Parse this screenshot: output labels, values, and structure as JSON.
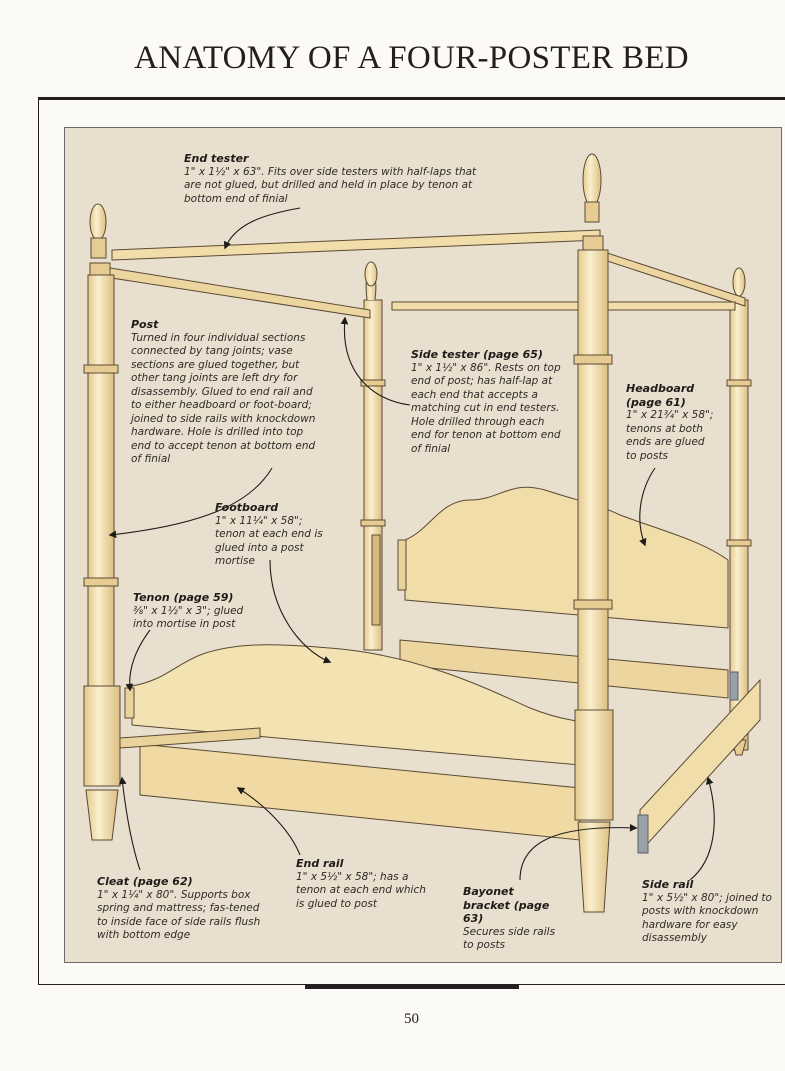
{
  "page": {
    "title": "ANATOMY OF A FOUR-POSTER BED",
    "page_number": "50"
  },
  "colors": {
    "panel": "#e9dfce",
    "wood": "#f5e6b8",
    "wood_shadow": "#e2c98c",
    "outline": "#5a4a35"
  },
  "callouts": [
    {
      "id": "end-tester",
      "title": "End tester",
      "body": "1\" x 1½\" x 63\". Fits over side testers with half-laps that are not glued, but drilled and held in place by tenon at bottom end of finial"
    },
    {
      "id": "post",
      "title": "Post",
      "body": "Turned in four individual sections connected by tang joints; vase sections are glued together, but other tang joints are left dry for disassembly. Glued to end rail and to either headboard or foot-board; joined to side rails with knockdown hardware. Hole is drilled into top end to accept tenon at bottom end of finial"
    },
    {
      "id": "side-tester",
      "title": "Side tester (page 65)",
      "body": "1\" x 1½\" x 86\". Rests on top end of post; has half-lap at each end that accepts a matching cut in end testers. Hole drilled through each end for tenon at bottom end of finial"
    },
    {
      "id": "headboard",
      "title": "Headboard (page 61)",
      "body": "1\" x 21¾\" x 58\"; tenons at both ends are glued to posts"
    },
    {
      "id": "footboard",
      "title": "Footboard",
      "body": "1\" x 11¼\" x 58\"; tenon at each end is glued into a post mortise"
    },
    {
      "id": "tenon",
      "title": "Tenon (page 59)",
      "body": "⅜\" x 1½\" x 3\"; glued into mortise in post"
    },
    {
      "id": "cleat",
      "title": "Cleat (page 62)",
      "body": "1\" x 1¼\" x 80\". Supports box spring and mattress; fas-tened to inside face of side rails flush with bottom edge"
    },
    {
      "id": "end-rail",
      "title": "End rail",
      "body": "1\" x 5½\" x 58\"; has a tenon at each end which is glued to post"
    },
    {
      "id": "bayonet-bracket",
      "title": "Bayonet bracket (page 63)",
      "body": "Secures side rails to posts"
    },
    {
      "id": "side-rail",
      "title": "Side rail",
      "body": "1\" x 5½\" x 80\"; joined to posts with knockdown hardware for easy disassembly"
    }
  ]
}
